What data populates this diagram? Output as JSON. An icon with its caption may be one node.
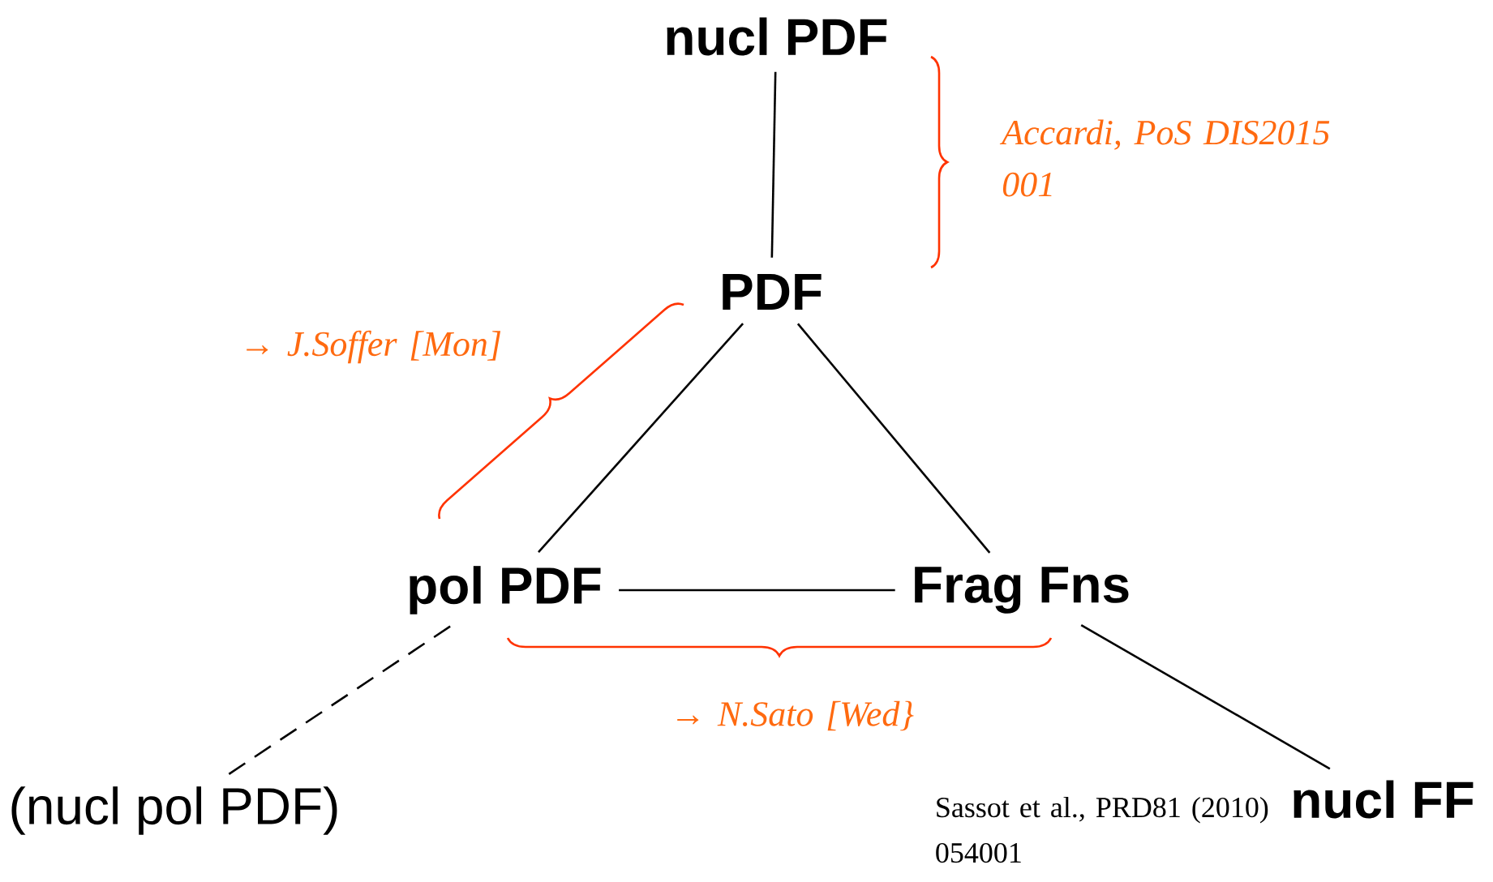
{
  "diagram": {
    "nodes": [
      {
        "text": [
          "nucl PDF"
        ]
      },
      {
        "text": [
          "PDF"
        ]
      },
      {
        "text": [
          "pol PDF"
        ]
      },
      {
        "text": [
          "Frag Fns"
        ]
      },
      {
        "text": [
          "(nucl pol PDF)"
        ]
      },
      {
        "text": [
          "nucl FF"
        ],
        "beside": [
          "Sassot et al., PRD81 (2010) 054001"
        ]
      }
    ],
    "edges": [
      {
        "from": 0,
        "to": 1,
        "arrow": "none"
      },
      {
        "from": 1,
        "to": 2,
        "arrow": "none"
      },
      {
        "from": 1,
        "to": 3,
        "arrow": "none"
      },
      {
        "from": 2,
        "to": 3,
        "arrow": "none"
      },
      {
        "from": 2,
        "to": 4,
        "arrow": "none",
        "style": "dashed"
      },
      {
        "from": 3,
        "to": 5,
        "arrow": "none"
      }
    ],
    "labels": [
      "Accardi, PoS DIS2015 001",
      "→ J.Soffer [Mon]",
      "→ N.Sato [Wed}"
    ]
  }
}
